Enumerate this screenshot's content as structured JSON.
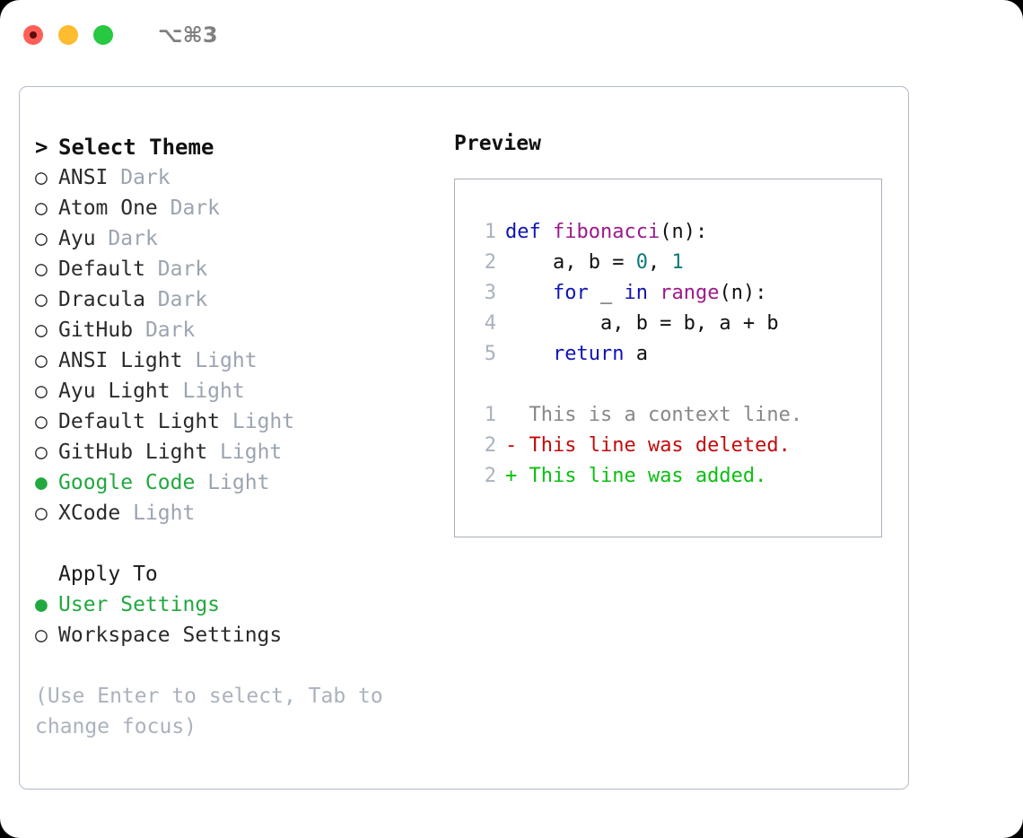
{
  "titlebar": {
    "shortcut": "⌥⌘3",
    "lights": [
      "close-red",
      "minimize-yellow",
      "maximize-green"
    ]
  },
  "theme_picker": {
    "header": {
      "marker": ">",
      "label": "Select Theme"
    },
    "items": [
      {
        "marker": "○",
        "name": "ANSI",
        "tag": "Dark",
        "selected": false
      },
      {
        "marker": "○",
        "name": "Atom One",
        "tag": "Dark",
        "selected": false
      },
      {
        "marker": "○",
        "name": "Ayu",
        "tag": "Dark",
        "selected": false
      },
      {
        "marker": "○",
        "name": "Default",
        "tag": "Dark",
        "selected": false
      },
      {
        "marker": "○",
        "name": "Dracula",
        "tag": "Dark",
        "selected": false
      },
      {
        "marker": "○",
        "name": "GitHub",
        "tag": "Dark",
        "selected": false
      },
      {
        "marker": "○",
        "name": "ANSI Light",
        "tag": "Light",
        "selected": false
      },
      {
        "marker": "○",
        "name": "Ayu Light",
        "tag": "Light",
        "selected": false
      },
      {
        "marker": "○",
        "name": "Default Light",
        "tag": "Light",
        "selected": false
      },
      {
        "marker": "○",
        "name": "GitHub Light",
        "tag": "Light",
        "selected": false
      },
      {
        "marker": "●",
        "name": "Google Code",
        "tag": "Light",
        "selected": true
      },
      {
        "marker": "○",
        "name": "XCode",
        "tag": "Light",
        "selected": false
      }
    ]
  },
  "apply_to": {
    "label": "Apply To",
    "options": [
      {
        "marker": "●",
        "name": "User Settings",
        "selected": true
      },
      {
        "marker": "○",
        "name": "Workspace Settings",
        "selected": false
      }
    ]
  },
  "hint": "(Use Enter to select, Tab to change focus)",
  "preview": {
    "title": "Preview",
    "code_lines": [
      {
        "num": "1",
        "tokens": [
          {
            "t": "def",
            "c": "kw"
          },
          {
            "t": " ",
            "c": "pl"
          },
          {
            "t": "fibonacci",
            "c": "fn"
          },
          {
            "t": "(n):",
            "c": "pl"
          }
        ]
      },
      {
        "num": "2",
        "tokens": [
          {
            "t": "    a, b = ",
            "c": "pl"
          },
          {
            "t": "0",
            "c": "num"
          },
          {
            "t": ", ",
            "c": "pl"
          },
          {
            "t": "1",
            "c": "num"
          }
        ]
      },
      {
        "num": "3",
        "tokens": [
          {
            "t": "    ",
            "c": "pl"
          },
          {
            "t": "for",
            "c": "kw"
          },
          {
            "t": " _ ",
            "c": "pl"
          },
          {
            "t": "in",
            "c": "kw"
          },
          {
            "t": " ",
            "c": "pl"
          },
          {
            "t": "range",
            "c": "fn"
          },
          {
            "t": "(n):",
            "c": "pl"
          }
        ]
      },
      {
        "num": "4",
        "tokens": [
          {
            "t": "        a, b = b, a + b",
            "c": "pl"
          }
        ]
      },
      {
        "num": "5",
        "tokens": [
          {
            "t": "    ",
            "c": "pl"
          },
          {
            "t": "return",
            "c": "kw"
          },
          {
            "t": " a",
            "c": "pl"
          }
        ]
      }
    ],
    "diff_lines": [
      {
        "num": "1",
        "sign": " ",
        "text": " This is a context line.",
        "kind": "ctx"
      },
      {
        "num": "2",
        "sign": "-",
        "text": " This line was deleted.",
        "kind": "del"
      },
      {
        "num": "2",
        "sign": "+",
        "text": " This line was added.",
        "kind": "add"
      }
    ]
  },
  "colors": {
    "accent_green": "#22a83f",
    "tag_grey": "#9ba4b1",
    "keyword_blue": "#1014b4",
    "function_purple": "#9c1a8c",
    "number_teal": "#0b7a7a",
    "diff_delete_red": "#c20c0c",
    "diff_add_green": "#0bbf12",
    "panel_border": "#b3bbc7"
  }
}
